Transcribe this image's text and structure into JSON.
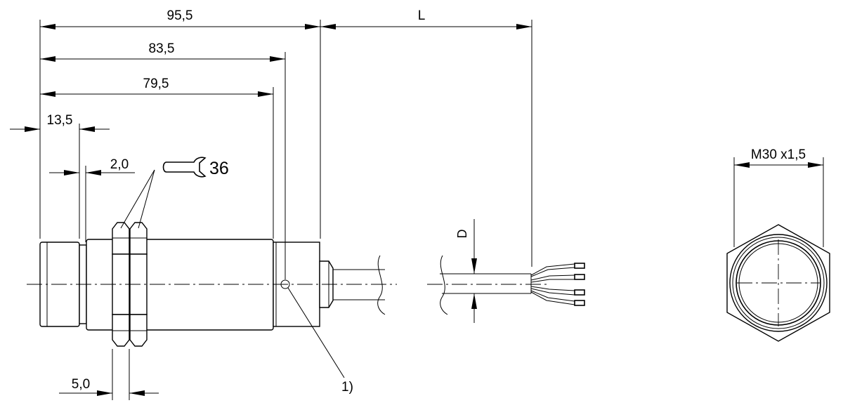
{
  "dimensions": {
    "overall_length": "95,5",
    "housing_length": "83,5",
    "thread_length": "79,5",
    "front_cap_length": "13,5",
    "gap": "2,0",
    "nut_thickness": "5,0",
    "cable_length": "L",
    "cable_diameter": "D",
    "wrench_size": "36",
    "thread_spec": "M30 x1,5"
  },
  "notes": {
    "led_ref": "1)"
  },
  "icons": {
    "wrench": "wrench-icon"
  }
}
